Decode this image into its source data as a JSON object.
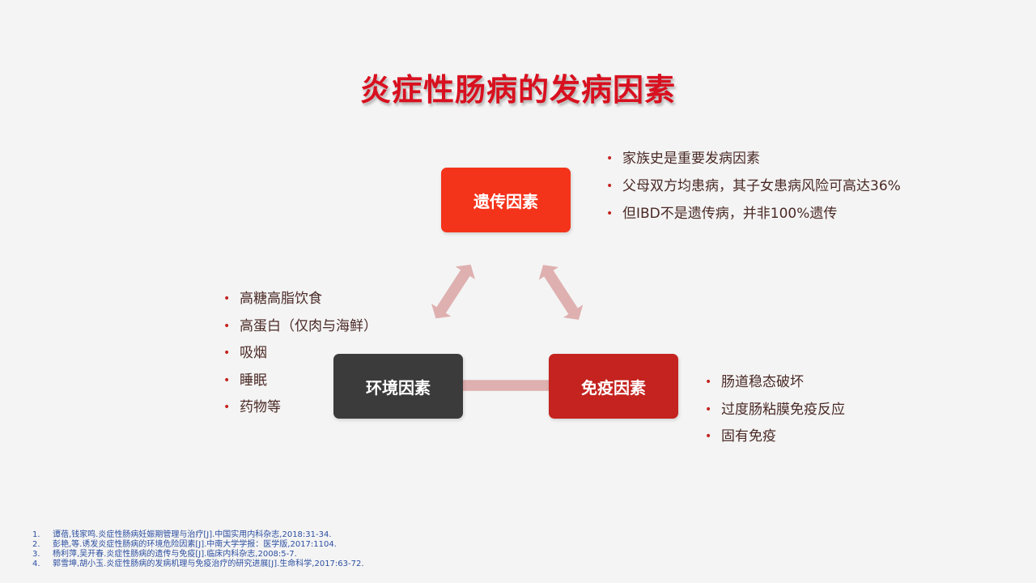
{
  "title": "炎症性肠病的发病因素",
  "nodes": {
    "genetic": "遗传因素",
    "environment": "环境因素",
    "immune": "免疫因素"
  },
  "genetic_points": [
    "家族史是重要发病因素",
    "父母双方均患病，其子女患病风险可高达36%",
    "但IBD不是遗传病，并非100%遗传"
  ],
  "environment_points": [
    "高糖高脂饮食",
    "高蛋白（仅肉与海鲜）",
    "吸烟",
    "睡眠",
    "药物等"
  ],
  "immune_points": [
    "肠道稳态破坏",
    "过度肠粘膜免疫反应",
    "固有免疫"
  ],
  "references": [
    {
      "num": "1.",
      "text": "谭蓓,钱家鸣.炎症性肠病妊娠期管理与治疗[J].中国实用内科杂志,2018:31-34."
    },
    {
      "num": "2.",
      "text": "彭艳,等.诱发炎症性肠病的环境危险因素[J].中南大学学报：医学版,2017:1104."
    },
    {
      "num": "3.",
      "text": "杨利萍,吴开春.炎症性肠病的遗传与免疫[J].临床内科杂志,2008:5-7."
    },
    {
      "num": "4.",
      "text": "郭雪坤,胡小玉.炎症性肠病的发病机理与免疫治疗的研究进展[J].生命科学,2017:63-72."
    }
  ],
  "colors": {
    "title": "#d8101f",
    "genetic_box": "#f4331b",
    "environment_box": "#3b3b3b",
    "immune_box": "#c4231f",
    "arrow": "#dfb0b0",
    "reference_text": "#2b4ea0"
  }
}
